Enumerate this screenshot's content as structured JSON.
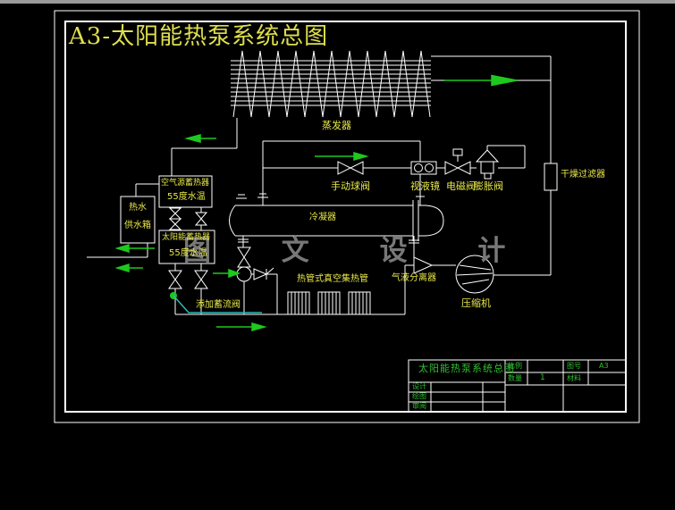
{
  "title": "A3-太阳能热泵系统总图",
  "watermark": "图 文 设 计",
  "labels": {
    "evaporator": "蒸发器",
    "manual_ball_valve": "手动球阀",
    "sight_glass": "视液镜",
    "solenoid_valve": "电磁阀",
    "expansion_valve": "膨胀阀",
    "filter_drier": "干燥过滤器",
    "condenser": "冷凝器",
    "hot_water_tank": {
      "line1": "热水",
      "line2": "供水箱"
    },
    "air_source_tank": {
      "line1": "空气源蓄热器",
      "line2": "55度水温"
    },
    "solar_tank": {
      "line1": "太阳能蓄热器",
      "line2": "55度水温"
    },
    "charging_valve": "添加蓄流阀",
    "vacuum_collector": "热管式真空集热管",
    "gas_liquid_separator": "气液分离器",
    "compressor": "压缩机"
  },
  "title_block": {
    "drawing_name": "太阳能热泵系统总图",
    "rows": {
      "design": "设计",
      "draft": "绘图",
      "review": "审阅"
    },
    "fields": {
      "scale_label": "比例",
      "scale_value": "",
      "quantity_label": "数量",
      "quantity_value": "1",
      "drawing_no_label": "图号",
      "drawing_no_value": "A3",
      "material_label": "材料",
      "material_value": ""
    }
  },
  "colors": {
    "background": "#000000",
    "line_white": "#ffffff",
    "label_yellow": "#e8e84a",
    "title_yellow": "#dede4e",
    "flow_green": "#1ec81e",
    "block_green": "#2fbf2f",
    "leader_teal": "#2ab8b8",
    "watermark_gray": "#787878",
    "window_border_gray": "#9a9a9a"
  }
}
